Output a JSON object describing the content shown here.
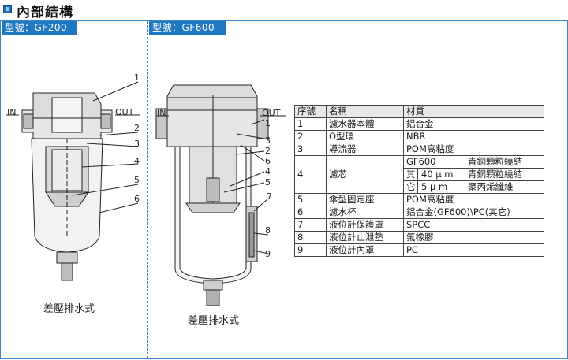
{
  "page": {
    "title": "內部結構"
  },
  "models": {
    "left_label": "型號：GF200",
    "right_label": "型號：GF600"
  },
  "ports": {
    "in": "IN",
    "out": "OUT"
  },
  "captions": {
    "left": "差壓排水式",
    "right": "差壓排水式"
  },
  "callouts_left": [
    "1",
    "2",
    "3",
    "4",
    "5",
    "6"
  ],
  "callouts_right": [
    "1",
    "3",
    "6",
    "2",
    "4",
    "5",
    "7",
    "8",
    "9"
  ],
  "colors": {
    "accent": "#1f78c0",
    "frame": "#3a86c8"
  },
  "table": {
    "headers": {
      "no": "序號",
      "name": "名稱",
      "material": "材質"
    },
    "rows": [
      {
        "no": "1",
        "name": "濾水器本體",
        "material": "鋁合金"
      },
      {
        "no": "2",
        "name": "O型環",
        "material": "NBR"
      },
      {
        "no": "3",
        "name": "導流器",
        "material": "POM高粘度"
      },
      {
        "no": "4",
        "name": "濾芯",
        "sub": {
          "model_gf600": "GF600",
          "gf600_material": "青銅顆粒繞結",
          "other_prefix": "其它",
          "um40": "40 μ m",
          "um40_material": "青銅顆粒繞結",
          "um5": "5 μ m",
          "um5_material": "聚丙烯纖維"
        }
      },
      {
        "no": "5",
        "name": "傘型固定座",
        "material": "POM高粘度"
      },
      {
        "no": "6",
        "name": "濾水杯",
        "material": "鋁合金(GF600)\\PC(其它)"
      },
      {
        "no": "7",
        "name": "液位計保護罩",
        "material": "SPCC"
      },
      {
        "no": "8",
        "name": "液位計止泄墊",
        "material": "氟橡膠"
      },
      {
        "no": "9",
        "name": "液位計內罩",
        "material": "PC"
      }
    ]
  }
}
